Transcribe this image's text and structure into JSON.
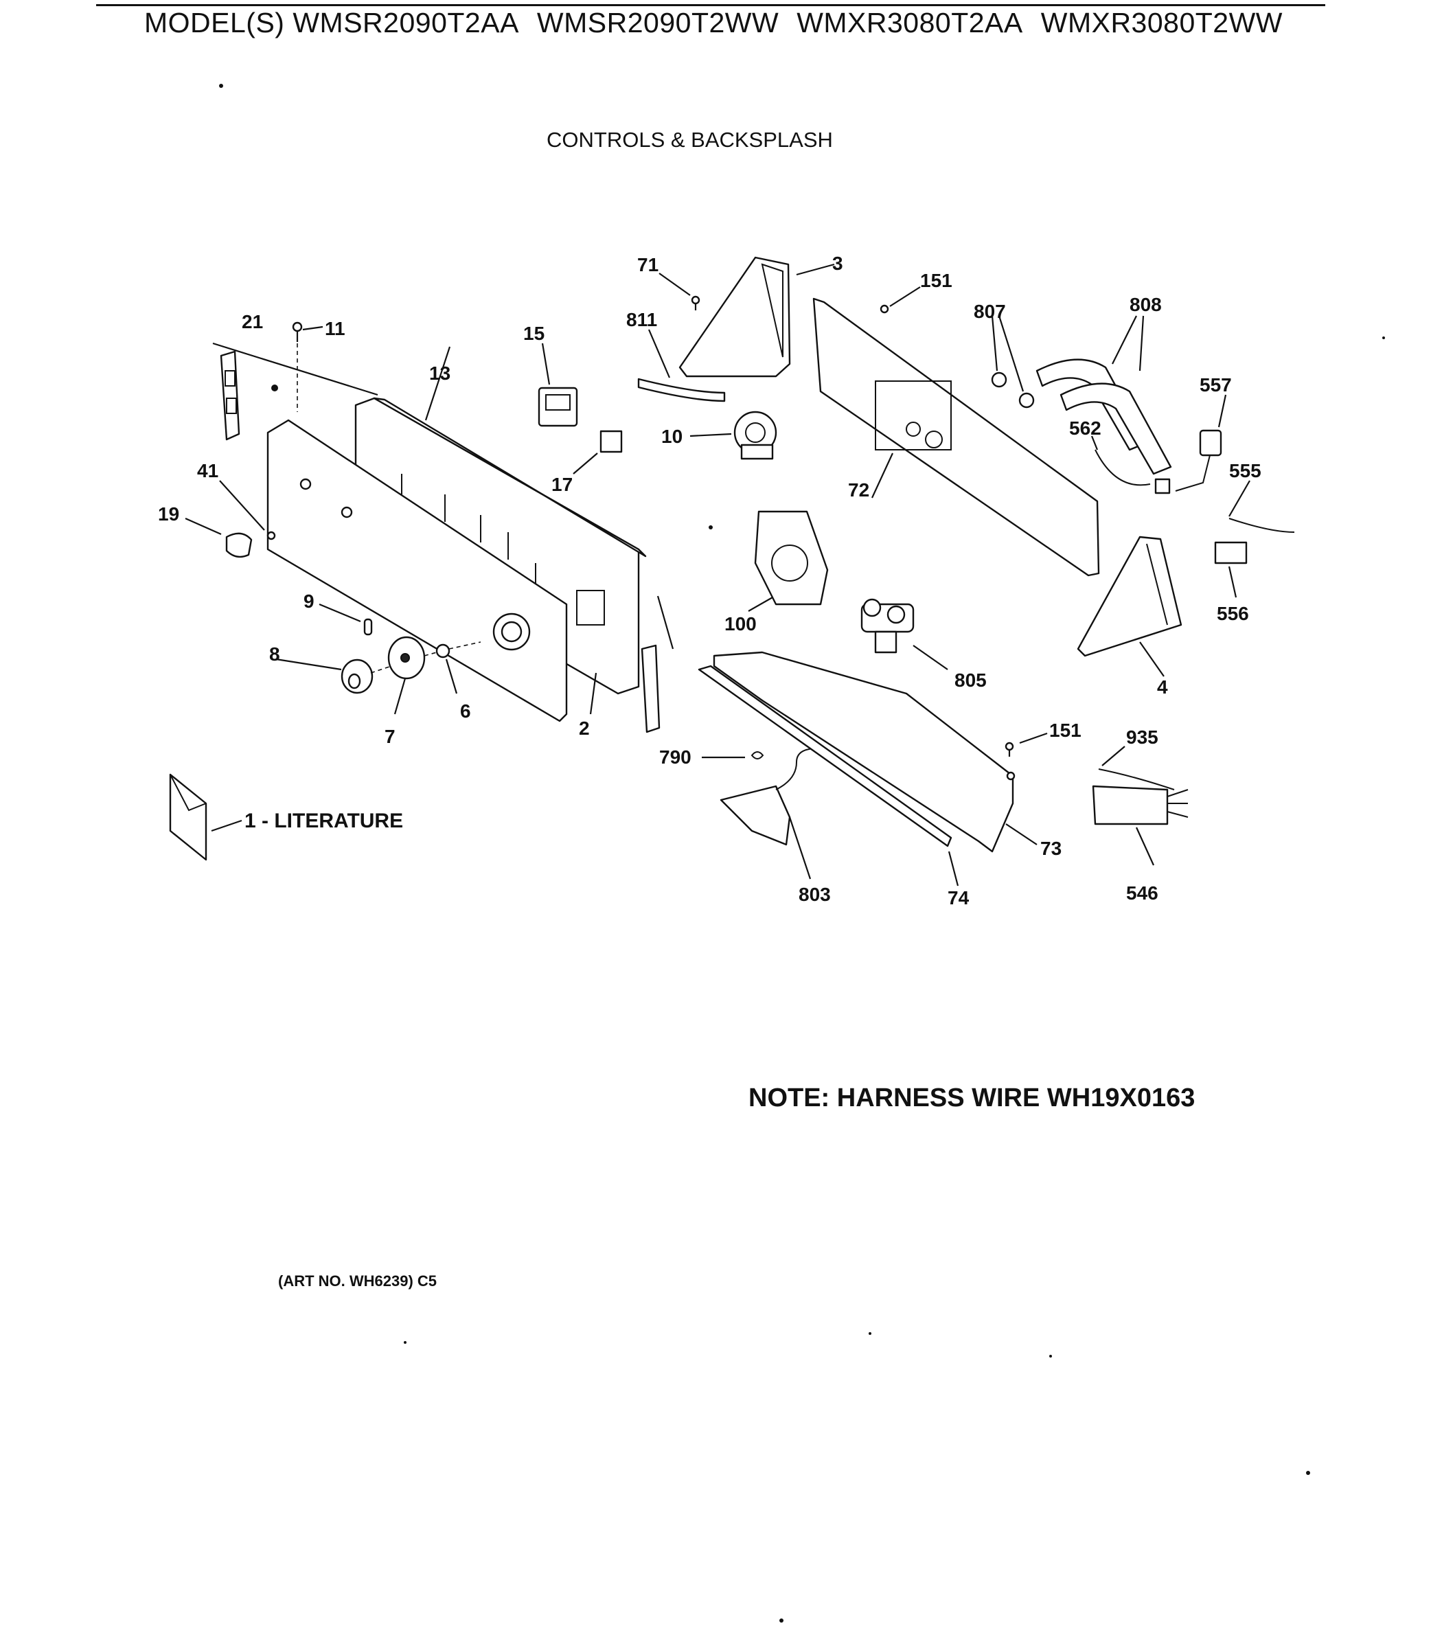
{
  "header": {
    "models_label": "MODEL(S)",
    "models": [
      "WMSR2090T2AA",
      "WMSR2090T2WW",
      "WMXR3080T2AA",
      "WMXR3080T2WW"
    ]
  },
  "section_title": "CONTROLS & BACKSPLASH",
  "parts": {
    "p1_literature": "1 - LITERATURE",
    "p2": "2",
    "p3": "3",
    "p4": "4",
    "p6": "6",
    "p7": "7",
    "p8": "8",
    "p9": "9",
    "p10": "10",
    "p11": "11",
    "p13": "13",
    "p15": "15",
    "p17": "17",
    "p19": "19",
    "p21": "21",
    "p41": "41",
    "p71": "71",
    "p72": "72",
    "p73": "73",
    "p74": "74",
    "p100": "100",
    "p151a": "151",
    "p151b": "151",
    "p546": "546",
    "p555": "555",
    "p556": "556",
    "p557": "557",
    "p562": "562",
    "p790": "790",
    "p803": "803",
    "p805": "805",
    "p807": "807",
    "p808": "808",
    "p811": "811",
    "p935": "935"
  },
  "note": "NOTE: HARNESS WIRE WH19X0163",
  "art_number": "(ART NO. WH6239) C5"
}
